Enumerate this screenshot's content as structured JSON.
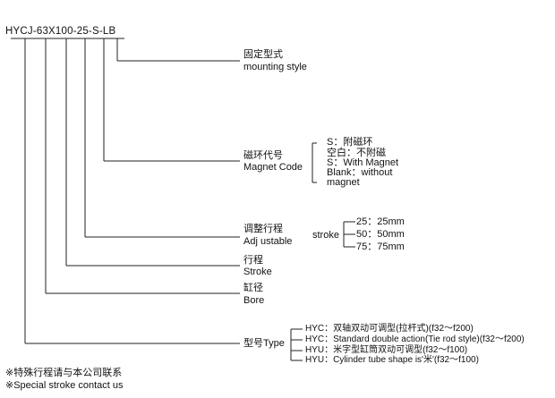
{
  "model_code": "HYCJ-63X100-25-S-LB",
  "mounting": {
    "cn": "固定型式",
    "en": "mounting style"
  },
  "magnet": {
    "cn": "磁环代号",
    "en": "Magnet Code",
    "options": [
      "S：附磁环",
      "空白：不附磁",
      "S：With Magnet",
      "Blank：without",
      "magnet"
    ]
  },
  "adjustable": {
    "cn": "调整行程",
    "en": "Adj ustable",
    "label": "stroke",
    "options": [
      "25：25mm",
      "50：50mm",
      "75：75mm"
    ]
  },
  "stroke": {
    "cn": "行程",
    "en": "Stroke"
  },
  "bore": {
    "cn": "缸径",
    "en": "Bore"
  },
  "type": {
    "label": "型号Type",
    "options": [
      "HYC：双轴双动可调型(拉杆式)(f32～f200)",
      "HYC：Standard double action(Tie rod style)(f32～f200)",
      "HYU：米字型缸筒双动可调型(f32～f100)",
      "HYU：Cylinder tube shape is'米'(f32～f100)"
    ]
  },
  "notes": [
    "※特殊行程请与本公司联系",
    "※Special stroke contact us"
  ]
}
